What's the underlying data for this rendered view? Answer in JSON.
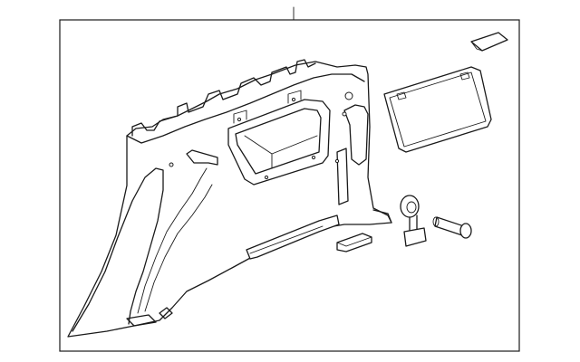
{
  "diagram": {
    "type": "exploded-parts-illustration",
    "parts": [
      {
        "id": "quarter-trim-panel",
        "icon": "trim-panel-drawing"
      },
      {
        "id": "storage-lid",
        "icon": "lid-drawing"
      },
      {
        "id": "small-clip",
        "icon": "clip-drawing"
      },
      {
        "id": "hook-eyelet",
        "icon": "hook-drawing"
      },
      {
        "id": "push-pin-fastener",
        "icon": "pin-drawing"
      },
      {
        "id": "foot-pad",
        "icon": "pad-drawing"
      },
      {
        "id": "lower-trim-strip",
        "icon": "strip-drawing"
      }
    ],
    "colors": {
      "line": "#1a1a1a",
      "background": "#ffffff"
    }
  }
}
